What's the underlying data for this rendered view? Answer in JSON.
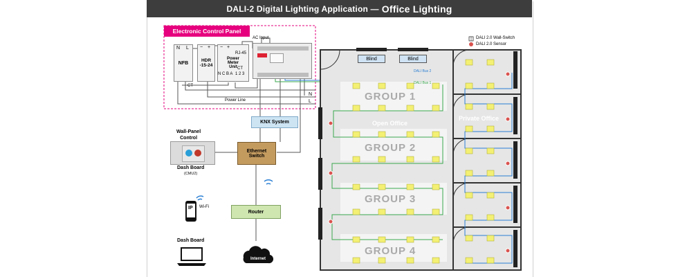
{
  "title": {
    "main": "DALI-2 Digital Lighting Application —",
    "sub": "Office Lighting"
  },
  "panel": {
    "title": "Electronic Control Panel",
    "nfb": "NFB",
    "nfb_terms": [
      "N",
      "L"
    ],
    "hdr": "HDR\n-15-24",
    "hdr_terms": [
      "−",
      "+"
    ],
    "meter": "Power\nMeter\nUnit",
    "meter_terms": [
      "−",
      "+"
    ],
    "meter_bottom": "N C B A",
    "rj45": "RJ-45",
    "ct_terms": "CT",
    "ct_pins": "1 2 3",
    "ct_left": "CT",
    "ac_input": "AC Input",
    "n_label": "N",
    "l_label": "L",
    "power_line": "Power Line"
  },
  "knx": "KNX System",
  "switch": "Ethernet\nSwitch",
  "router": "Router",
  "wall_panel": "Wall-Panel\nControl",
  "dash1": "Dash Board",
  "dash1_sub": "(CMU2)",
  "ip": "IP",
  "wifi": "Wi-Fi",
  "dash2": "Dash Board",
  "internet": "Internet",
  "floor": {
    "blind": "Blind",
    "bus1": "DALI Bus 1",
    "bus2": "DALI Bus 2",
    "open_office": "Open Office",
    "private_office": "Private Office",
    "groups": [
      "GROUP 1",
      "GROUP 2",
      "GROUP 3",
      "GROUP 4"
    ]
  },
  "legend": {
    "wall_switch": "DALI 2.0 Wall-Switch",
    "sensor": "DALI 2.0 Sensor"
  },
  "colors": {
    "magenta": "#e6007e",
    "knx_blue": "#cde4f3",
    "switch_brown": "#c49b5f",
    "router_green": "#cfe6b0",
    "lamp": "#f3f074",
    "bus_green": "#3aa84e",
    "bus_blue": "#2a7fd4",
    "sensor_red": "#d9534f"
  }
}
